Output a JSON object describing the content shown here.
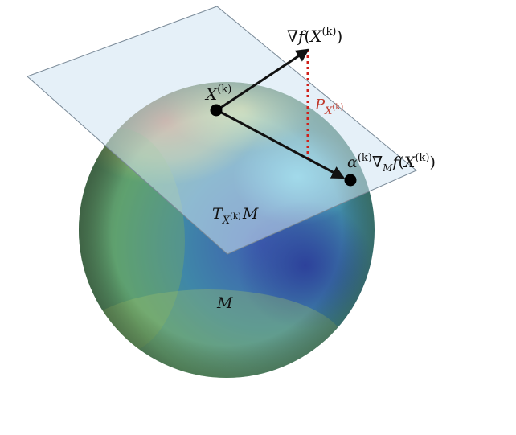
{
  "diagram": {
    "labels": {
      "point": {
        "base": "X",
        "sup": "(k)"
      },
      "gradient": {
        "pre": "∇",
        "fn": "f",
        "arg": "X",
        "sup": "(k)"
      },
      "projection": {
        "base": "P",
        "sub": "X",
        "subsup": "(k)"
      },
      "riemannian_step": {
        "alpha": "α",
        "alpha_sup": "(k)",
        "nabla": "∇",
        "nabla_sub": "M",
        "fn": "f",
        "arg": "X",
        "arg_sup": "(k)"
      },
      "tangent_space": {
        "base": "T",
        "sub": "X",
        "subsup": "(k)",
        "manifold": "M"
      },
      "manifold": "M"
    },
    "colors": {
      "plane_fill": "#cfe3f3",
      "plane_edge": "#7a8a98",
      "arrow": "#111111",
      "projection_line": "#d0201a",
      "projection_label": "#c0392b",
      "point": "#000000"
    }
  }
}
